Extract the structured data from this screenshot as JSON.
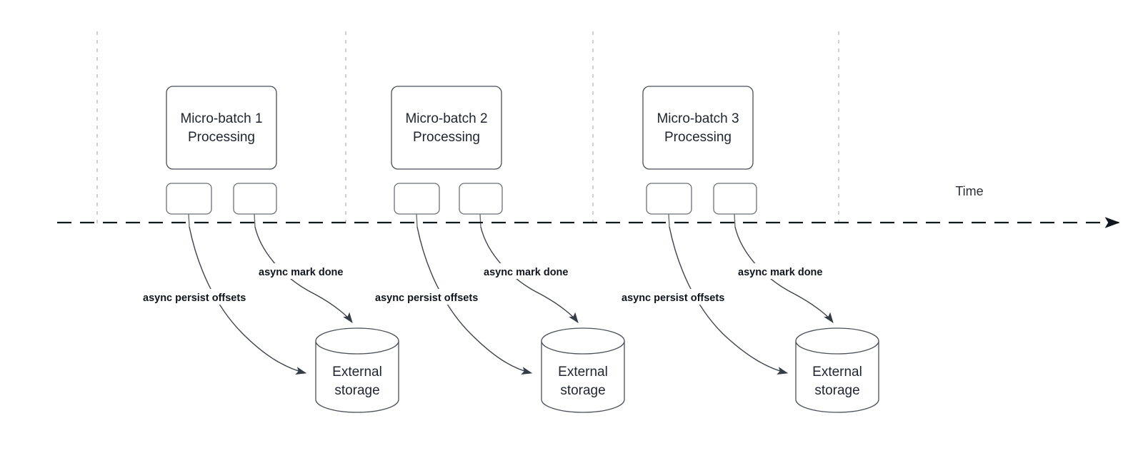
{
  "diagram": {
    "title_label": "Time",
    "timeline": {
      "axis_name": "Time",
      "style": "dashed-with-arrow"
    },
    "groups": [
      {
        "id": "micro-batch-1",
        "batch_label_line1": "Micro-batch 1",
        "batch_label_line2": "Processing",
        "storage_label_line1": "External",
        "storage_label_line2": "storage",
        "edge_label_persist": "async persist offsets",
        "edge_label_mark": "async mark done"
      },
      {
        "id": "micro-batch-2",
        "batch_label_line1": "Micro-batch 2",
        "batch_label_line2": "Processing",
        "storage_label_line1": "External",
        "storage_label_line2": "storage",
        "edge_label_persist": "async persist offsets",
        "edge_label_mark": "async mark done"
      },
      {
        "id": "micro-batch-3",
        "batch_label_line1": "Micro-batch 3",
        "batch_label_line2": "Processing",
        "storage_label_line1": "External",
        "storage_label_line2": "storage",
        "edge_label_persist": "async persist offsets",
        "edge_label_mark": "async mark done"
      }
    ],
    "colors": {
      "background": "#ffffff",
      "node_stroke": "#4a4f59",
      "mini_stroke": "#6b7078",
      "timeline_stroke": "#11151d",
      "divider_stroke": "#b9bcc2",
      "edge_stroke": "#3d424b",
      "text": "#1f2430",
      "label_text": "#10141c"
    }
  }
}
